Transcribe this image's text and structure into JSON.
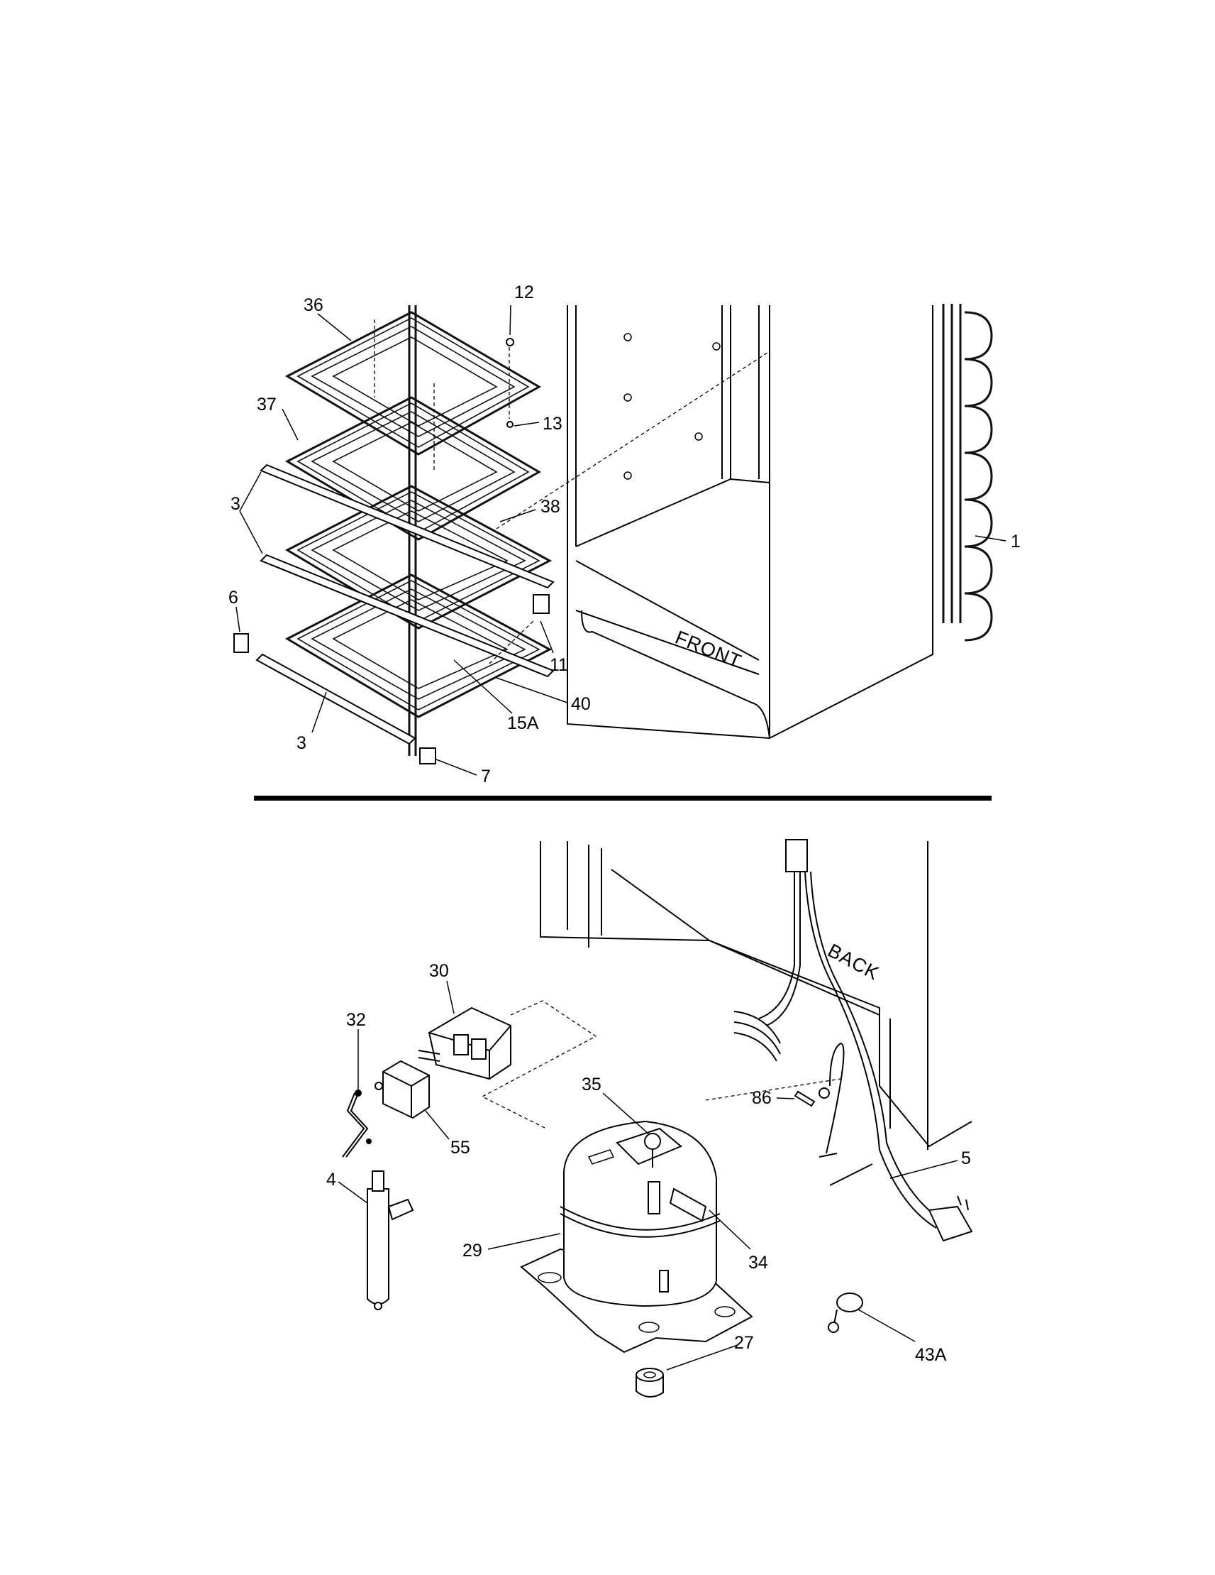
{
  "words": {
    "front": "FRONT",
    "back": "BACK"
  },
  "callouts": {
    "c36": "36",
    "c12": "12",
    "c37": "37",
    "c13": "13",
    "c3a": "3",
    "c38": "38",
    "c1": "1",
    "c3b": "3",
    "c6": "6",
    "c11": "11",
    "c40": "40",
    "c15a": "15A",
    "c3c": "3",
    "c7": "7",
    "c30": "30",
    "c32": "32",
    "c35": "35",
    "c86": "86",
    "c55": "55",
    "c5": "5",
    "c4": "4",
    "c29": "29",
    "c34": "34",
    "c27": "27",
    "c43a": "43A"
  }
}
